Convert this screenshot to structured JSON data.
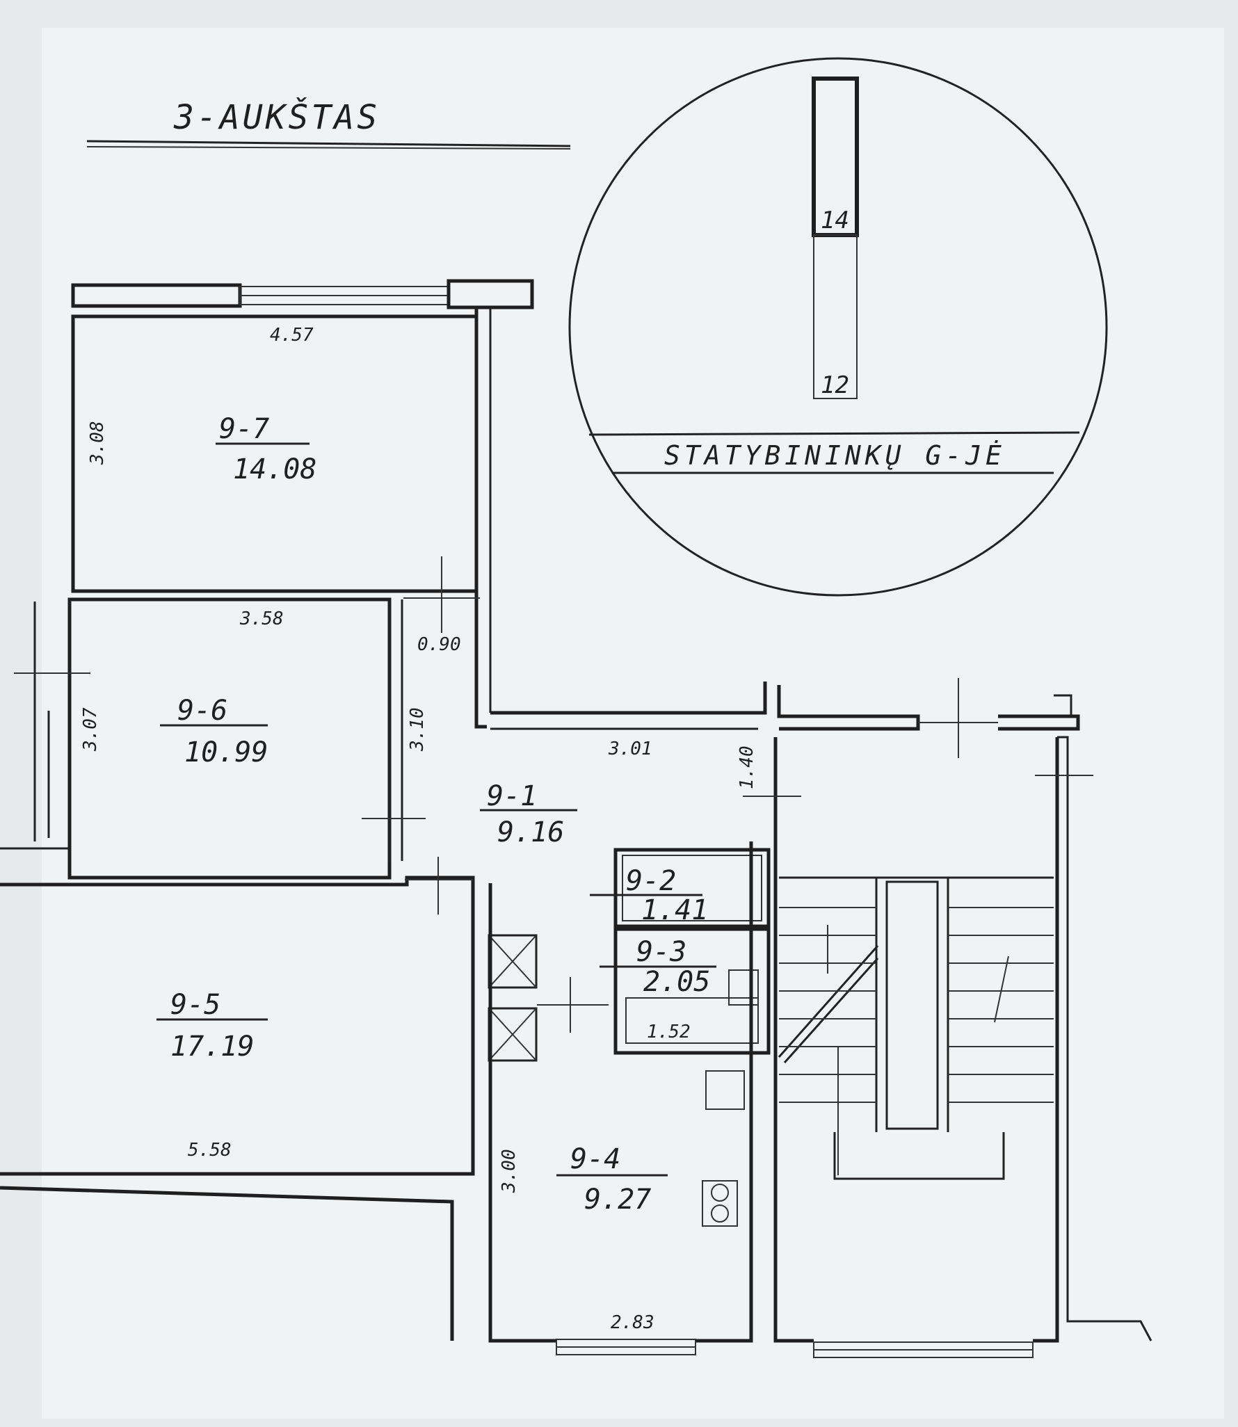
{
  "title": "3-AUKŠTAS",
  "site_plan": {
    "street": "STATYBININKŲ G-JĖ",
    "building_top": "14",
    "building_bottom": "12"
  },
  "rooms": [
    {
      "id": "9-7",
      "area": "14.08"
    },
    {
      "id": "9-6",
      "area": "10.99"
    },
    {
      "id": "9-5",
      "area": "17.19"
    },
    {
      "id": "9-1",
      "area": "9.16"
    },
    {
      "id": "9-2",
      "area": "1.41"
    },
    {
      "id": "9-3",
      "area": "2.05"
    },
    {
      "id": "9-4",
      "area": "9.27"
    }
  ],
  "dimensions": {
    "d457": "4.57",
    "d308": "3.08",
    "d358": "3.58",
    "d090": "0.90",
    "d307": "3.07",
    "d310": "3.10",
    "d301": "3.01",
    "d140": "1.40",
    "d152": "1.52",
    "d558": "5.58",
    "d300": "3.00",
    "d283": "2.83"
  },
  "colors": {
    "paper": "#f1f2f3",
    "ink": "#1f1f1f"
  }
}
